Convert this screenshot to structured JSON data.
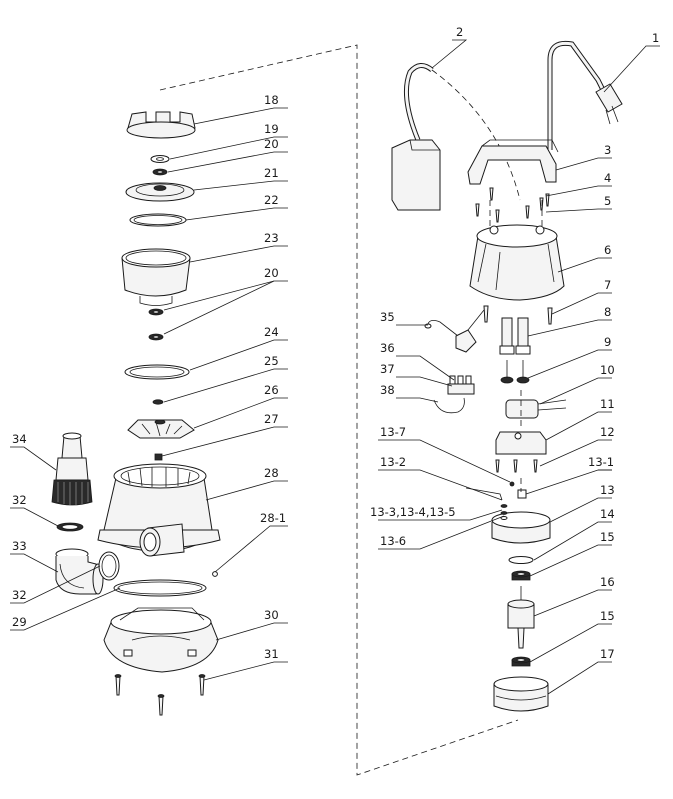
{
  "labels": {
    "l1": "1",
    "l2": "2",
    "l3": "3",
    "l4": "4",
    "l5": "5",
    "l6": "6",
    "l7": "7",
    "l8": "8",
    "l9": "9",
    "l10": "10",
    "l11": "11",
    "l12": "12",
    "l13": "13",
    "l13_1": "13-1",
    "l13_2": "13-2",
    "l13_345": "13-3,13-4,13-5",
    "l13_6": "13-6",
    "l13_7": "13-7",
    "l14": "14",
    "l15a": "15",
    "l15b": "15",
    "l16": "16",
    "l17": "17",
    "l18": "18",
    "l19": "19",
    "l20a": "20",
    "l20b": "20",
    "l21": "21",
    "l22": "22",
    "l23": "23",
    "l24": "24",
    "l25": "25",
    "l26": "26",
    "l27": "27",
    "l28": "28",
    "l28_1": "28-1",
    "l29": "29",
    "l30": "30",
    "l31": "31",
    "l32a": "32",
    "l32b": "32",
    "l33": "33",
    "l34": "34",
    "l35": "35",
    "l36": "36",
    "l37": "37",
    "l38": "38"
  }
}
